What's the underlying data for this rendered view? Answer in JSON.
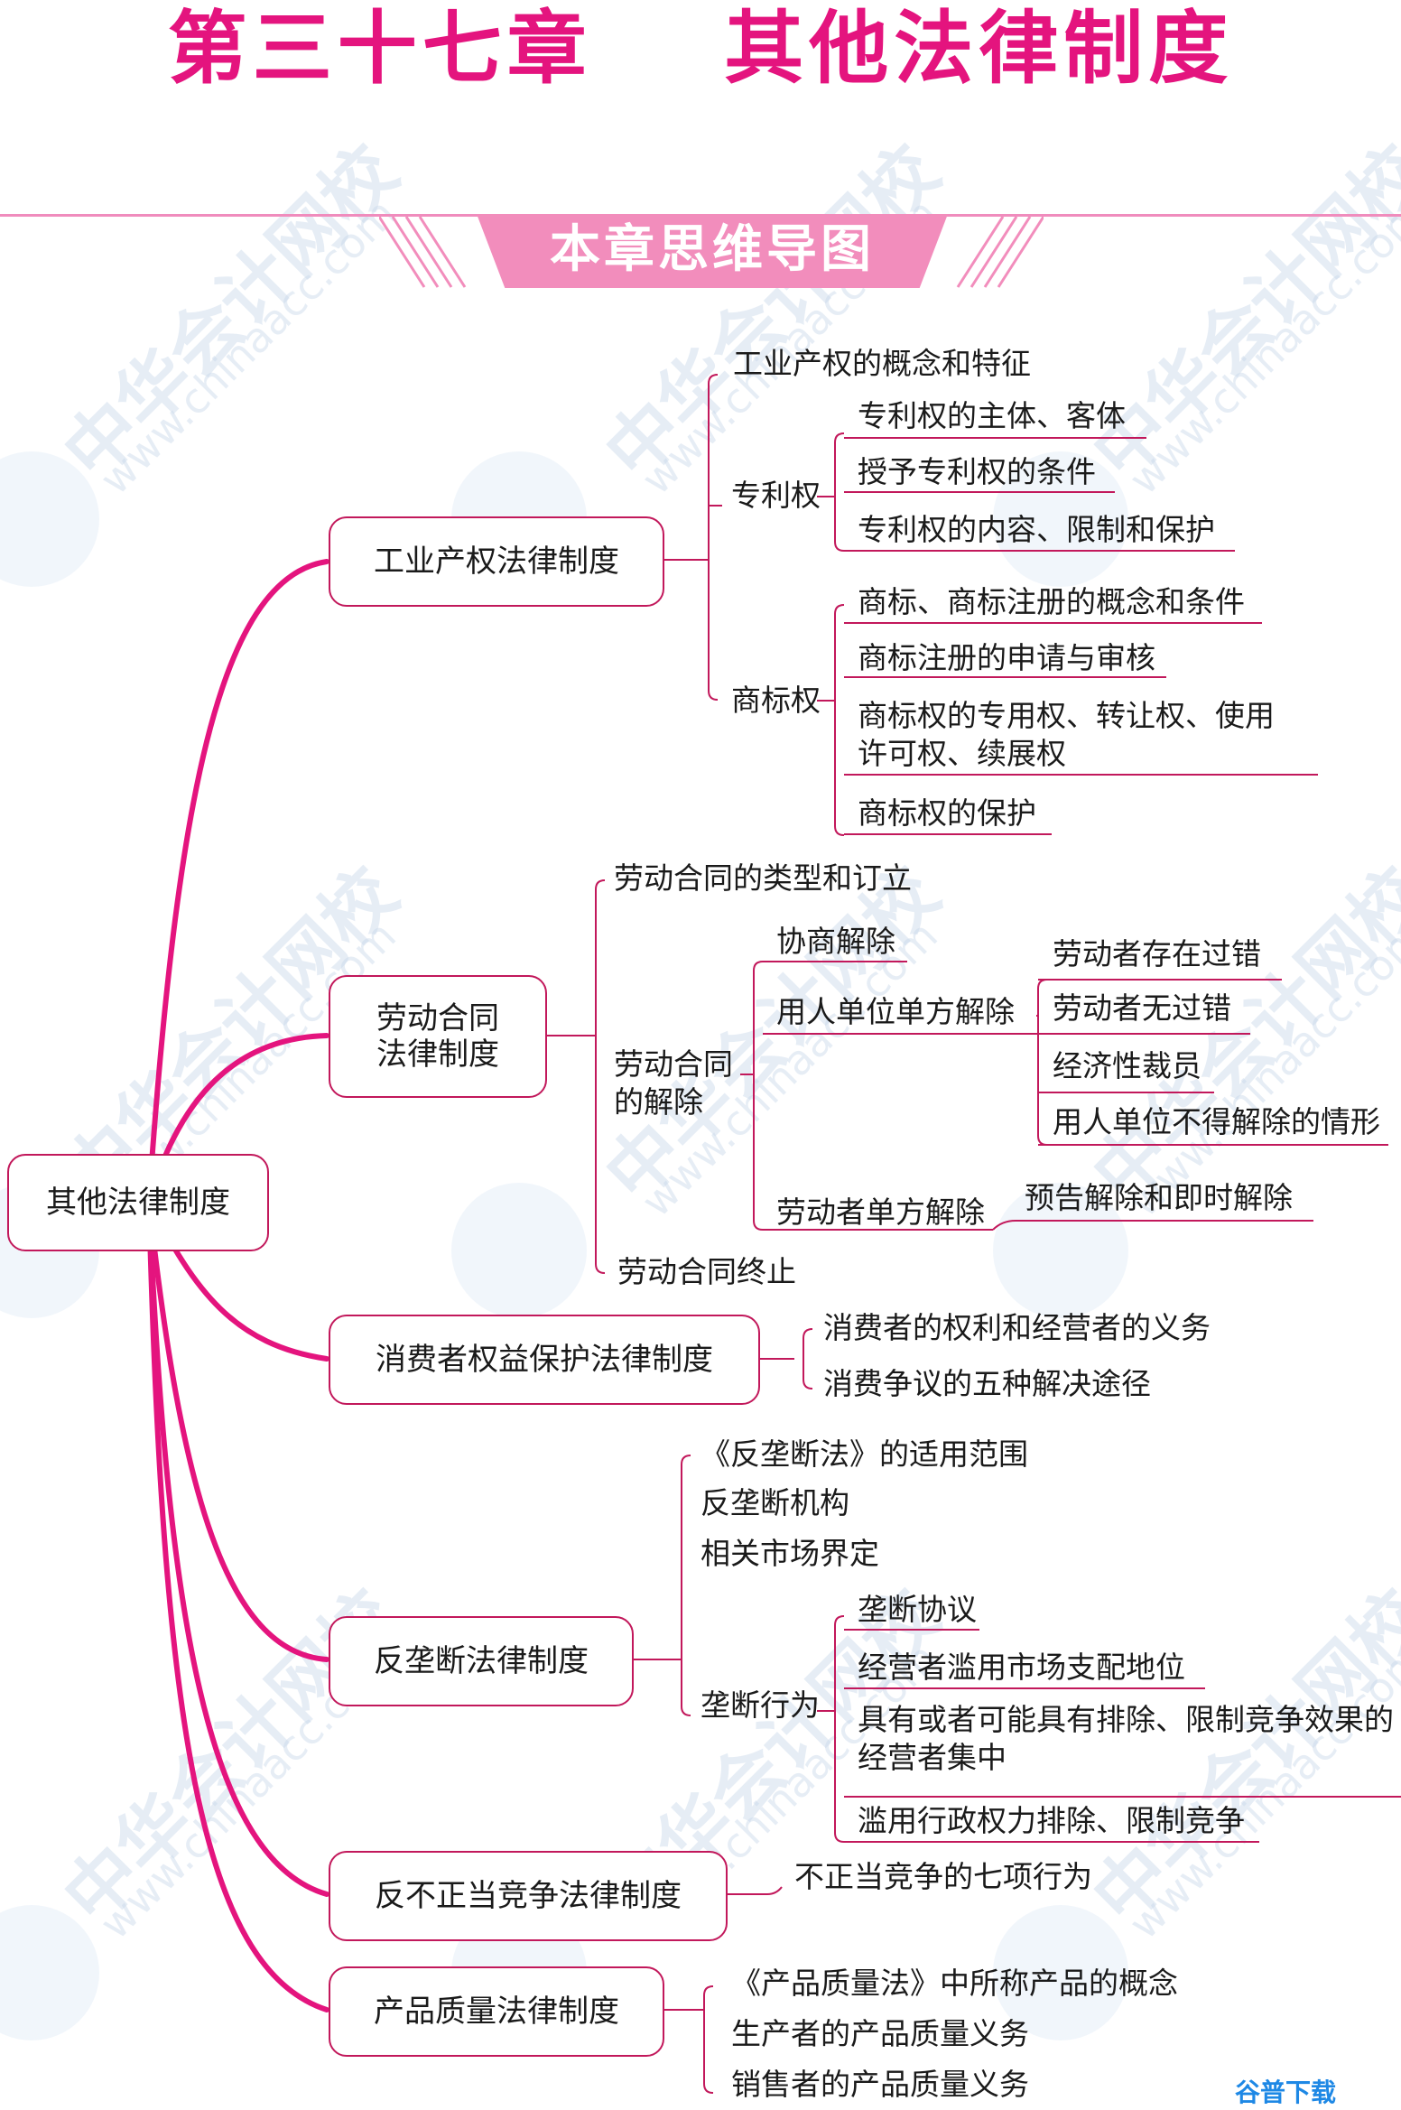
{
  "title": "第三十七章    其他法律制度",
  "banner": "本章思维导图",
  "watermark": {
    "cn": "中华会计网校",
    "en": "www.chinaacc.com"
  },
  "footer_logo": "谷普下载",
  "colors": {
    "accent": "#e4147e",
    "branch": "#e4147e",
    "rule": "#c2185b",
    "banner": "#f28dbc"
  },
  "root": "其他法律制度",
  "categories": [
    {
      "label": "工业产权法律制度",
      "items": [
        {
          "label": "工业产权的概念和特征"
        },
        {
          "label": "专利权",
          "children": [
            "专利权的主体、客体",
            "授予专利权的条件",
            "专利权的内容、限制和保护"
          ]
        },
        {
          "label": "商标权",
          "children": [
            "商标、商标注册的概念和条件",
            "商标注册的申请与审核",
            "商标权的专用权、转让权、使用许可权、续展权",
            "商标权的保护"
          ]
        }
      ]
    },
    {
      "label": "劳动合同法律制度",
      "items": [
        {
          "label": "劳动合同的类型和订立"
        },
        {
          "label": "劳动合同的解除",
          "children": [
            {
              "label": "协商解除"
            },
            {
              "label": "用人单位单方解除",
              "children": [
                "劳动者存在过错",
                "劳动者无过错",
                "经济性裁员",
                "用人单位不得解除的情形"
              ]
            },
            {
              "label": "劳动者单方解除",
              "children": [
                "预告解除和即时解除"
              ]
            }
          ]
        },
        {
          "label": "劳动合同终止"
        }
      ]
    },
    {
      "label": "消费者权益保护法律制度",
      "items": [
        {
          "label": "消费者的权利和经营者的义务"
        },
        {
          "label": "消费争议的五种解决途径"
        }
      ]
    },
    {
      "label": "反垄断法律制度",
      "items": [
        {
          "label": "《反垄断法》的适用范围"
        },
        {
          "label": "反垄断机构"
        },
        {
          "label": "相关市场界定"
        },
        {
          "label": "垄断行为",
          "children": [
            "垄断协议",
            "经营者滥用市场支配地位",
            "具有或者可能具有排除、限制竞争效果的经营者集中",
            "滥用行政权力排除、限制竞争"
          ]
        }
      ]
    },
    {
      "label": "反不正当竞争法律制度",
      "items": [
        {
          "label": "不正当竞争的七项行为"
        }
      ]
    },
    {
      "label": "产品质量法律制度",
      "items": [
        {
          "label": "《产品质量法》中所称产品的概念"
        },
        {
          "label": "生产者的产品质量义务"
        },
        {
          "label": "销售者的产品质量义务"
        }
      ]
    }
  ]
}
